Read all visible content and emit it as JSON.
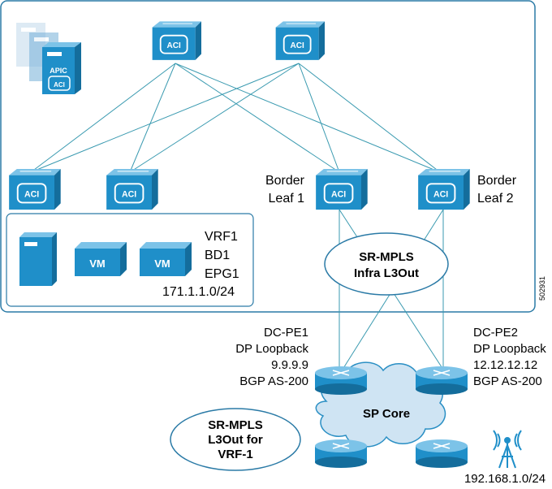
{
  "labels": {
    "apic": "APIC",
    "aci": "ACI",
    "vm": "VM",
    "border_leaf_1": [
      "Border",
      "Leaf 1"
    ],
    "border_leaf_2": [
      "Border",
      "Leaf 2"
    ],
    "tenant": [
      "VRF1",
      "BD1",
      "EPG1",
      "171.1.1.0/24"
    ],
    "infra_l3out": [
      "SR-MPLS",
      "Infra L3Out"
    ],
    "dc_pe1": [
      "DC-PE1",
      "DP Loopback",
      "9.9.9.9",
      "BGP AS-200"
    ],
    "dc_pe2": [
      "DC-PE2",
      "DP Loopback",
      "12.12.12.12",
      "BGP AS-200"
    ],
    "sp_core": "SP Core",
    "vrf_l3out": [
      "SR-MPLS",
      "L3Out for",
      "VRF-1"
    ],
    "remote_subnet": "192.168.1.0/24",
    "figure_id": "502931"
  },
  "colors": {
    "device_blue": "#1f8fc9",
    "device_light": "#9fd3ef",
    "apic_faded": "#c9dcea",
    "link": "#3a9ab0",
    "frame": "#2a7aa6",
    "cloud": "#cfe4f3",
    "cloud_edge": "#2a8fc4"
  }
}
